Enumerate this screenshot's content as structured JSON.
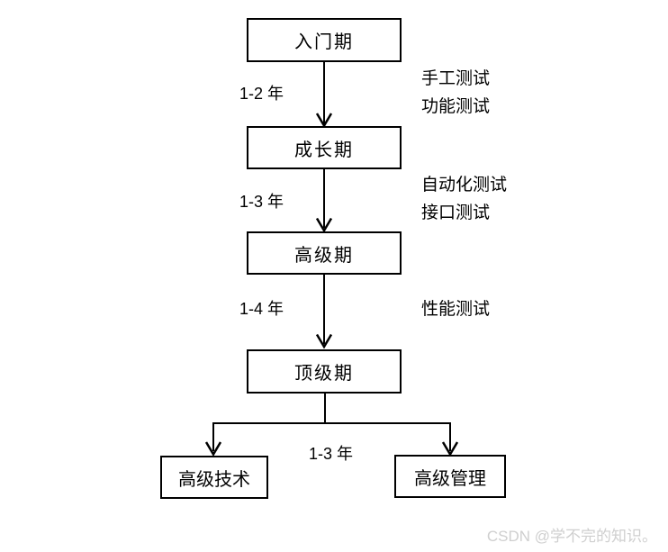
{
  "flowchart": {
    "stages": [
      {
        "label": "入门期"
      },
      {
        "label": "成长期"
      },
      {
        "label": "高级期"
      },
      {
        "label": "顶级期"
      }
    ],
    "transitions": [
      {
        "duration": "1-2 年",
        "skills": [
          "手工测试",
          "功能测试"
        ]
      },
      {
        "duration": "1-3 年",
        "skills": [
          "自动化测试",
          "接口测试"
        ]
      },
      {
        "duration": "1-4 年",
        "skills": [
          "性能测试"
        ]
      },
      {
        "duration": "1-3 年",
        "skills": []
      }
    ],
    "branches": [
      {
        "label": "高级技术"
      },
      {
        "label": "高级管理"
      }
    ]
  },
  "watermark": {
    "text": "CSDN @学不完的知识。"
  },
  "colors": {
    "line": "#000000",
    "text": "#000000",
    "watermark": "#cfcfcf",
    "background": "#ffffff"
  }
}
